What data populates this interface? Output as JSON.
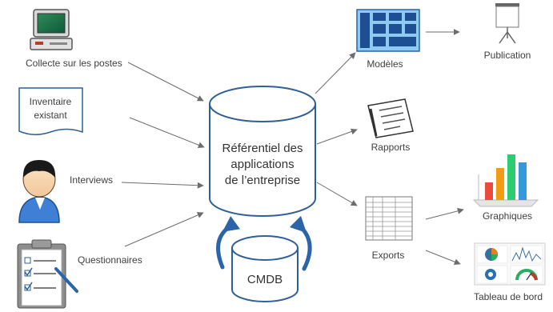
{
  "sources": {
    "collecte": "Collecte sur les postes",
    "inventaire_line1": "Inventaire",
    "inventaire_line2": "existant",
    "interviews": "Interviews",
    "questionnaires": "Questionnaires"
  },
  "central": {
    "line1": "Référentiel des",
    "line2": "applications",
    "line3": "de l’entreprise"
  },
  "cmdb": "CMDB",
  "outputs": {
    "modeles": "Modèles",
    "rapports": "Rapports",
    "exports": "Exports",
    "publication": "Publication",
    "graphiques": "Graphiques",
    "tableau": "Tableau de bord"
  },
  "colors": {
    "cylinder_stroke": "#2f5f97",
    "arrow": "#6d6d6d",
    "sync_arrow": "#2c64a8"
  },
  "icons": {
    "collecte": "desktop-computer-icon",
    "inventaire": "document-icon",
    "interviews": "person-icon",
    "questionnaires": "clipboard-checklist-icon",
    "modeles": "model-diagram-icon",
    "rapports": "notebook-icon",
    "exports": "spreadsheet-icon",
    "publication": "projection-screen-icon",
    "graphiques": "bar-chart-icon",
    "tableau": "dashboard-icon"
  }
}
